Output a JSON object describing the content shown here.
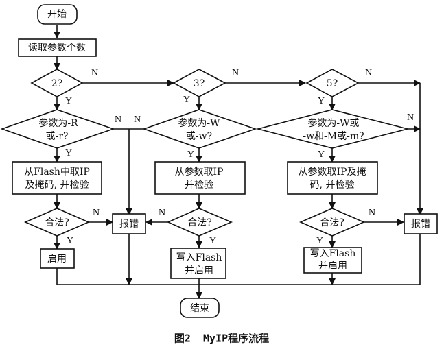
{
  "nodes": {
    "start": "开始",
    "read_args": "读取参数个数",
    "check2": "2?",
    "check3": "3?",
    "check5": "5?",
    "param_r": [
      "参数为-R",
      "或-r?"
    ],
    "param_w": [
      "参数为-W",
      "或-w?"
    ],
    "param_wm": [
      "参数为-W或",
      "-w和-M或-m?"
    ],
    "flash_get": [
      "从Flash中取IP",
      "及掩码, 并检验"
    ],
    "param_get_ip": [
      "从参数取IP",
      "并检验"
    ],
    "param_get_ip_mask": [
      "从参数取IP及掩",
      "码, 并检验"
    ],
    "valid1": "合法?",
    "valid2": "合法?",
    "valid3": "合法?",
    "error1": "报错",
    "error2": "报错",
    "enable": "启用",
    "write_enable1": [
      "写入Flash",
      "并启用"
    ],
    "write_enable2": [
      "写入Flash",
      "并启用"
    ],
    "end": "结束"
  },
  "edge_labels": {
    "yes": "Y",
    "no": "N"
  },
  "caption": "图2  MyIP程序流程"
}
